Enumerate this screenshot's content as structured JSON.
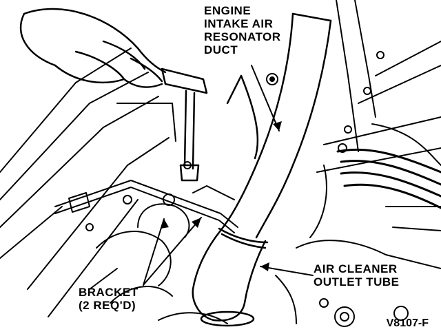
{
  "figure": {
    "code": "V8107-F",
    "ink_color": "#000000",
    "paper_color": "#ffffff"
  },
  "callouts": {
    "resonator_duct": [
      "ENGINE",
      "INTAKE AIR",
      "RESONATOR",
      "DUCT"
    ],
    "outlet_tube": [
      "AIR CLEANER",
      "OUTLET TUBE"
    ],
    "bracket": [
      "BRACKET",
      "(2 REQ'D)"
    ]
  }
}
